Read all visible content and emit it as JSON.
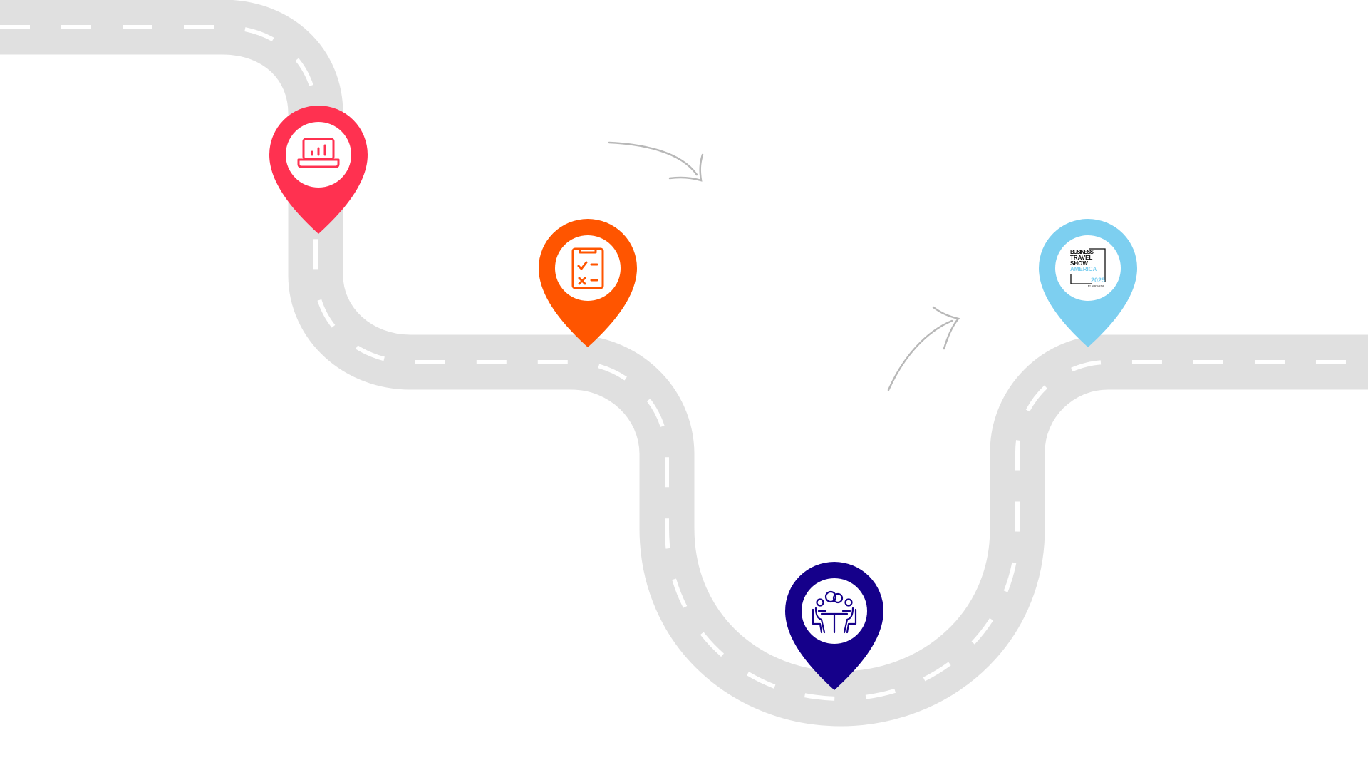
{
  "colors": {
    "road": "#e0e0e0",
    "road_dash": "#ffffff",
    "arrow": "#b8b8b8",
    "pin_1": "#ff3150",
    "pin_2": "#ff5500",
    "pin_3": "#15008a",
    "pin_4": "#7dcff0"
  },
  "pins": [
    {
      "icon": "laptop-chart-icon"
    },
    {
      "icon": "checklist-clipboard-icon"
    },
    {
      "icon": "meeting-people-icon"
    },
    {
      "icon": "business-travel-show-logo"
    }
  ],
  "logo": {
    "line1": "BUSINESS",
    "line2": "TRAVEL",
    "line3": "SHOW",
    "line4": "AMERICA",
    "year": "2025",
    "byline": "BY NORTHSTAR"
  }
}
